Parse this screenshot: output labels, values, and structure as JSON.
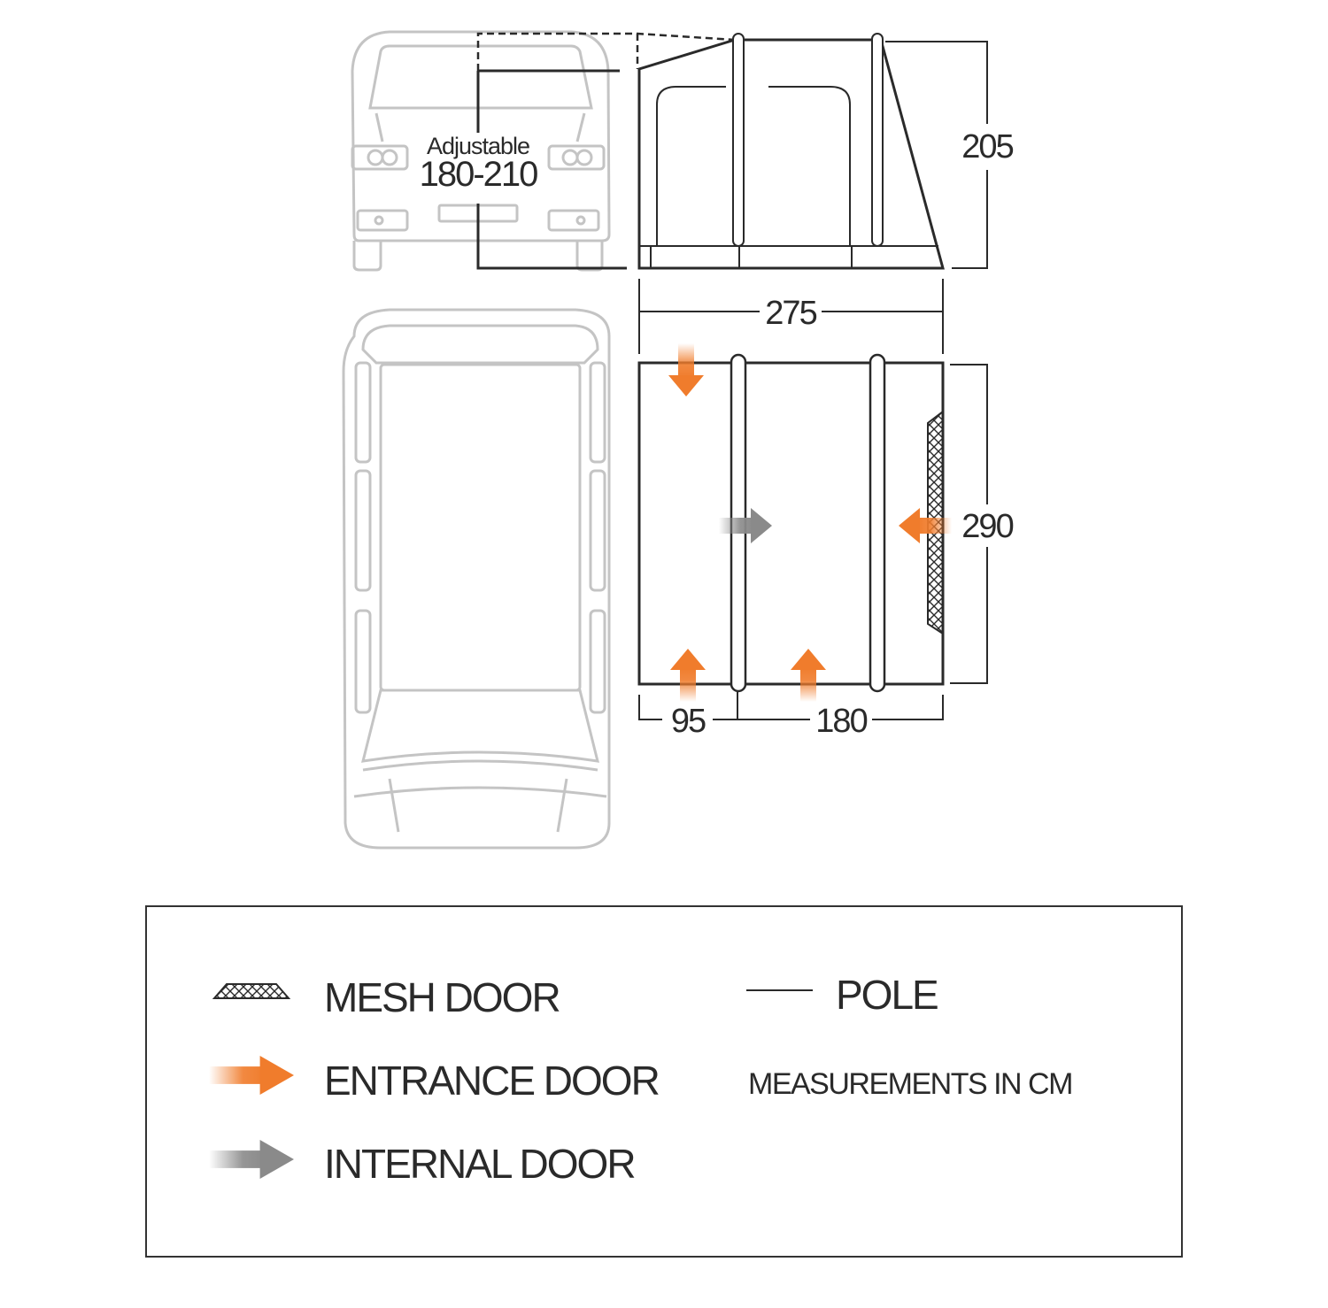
{
  "front_view": {
    "adjustable_label": "Adjustable",
    "adjustable_range": "180-210",
    "height": "205",
    "width": "275"
  },
  "plan_view": {
    "depth": "290",
    "section_left": "95",
    "section_right": "180"
  },
  "legend": {
    "mesh_door": "MESH DOOR",
    "entrance_door": "ENTRANCE DOOR",
    "internal_door": "INTERNAL DOOR",
    "pole": "POLE",
    "units_note": "MEASUREMENTS IN CM"
  },
  "colors": {
    "entrance": "#f07c2c",
    "internal": "#8a8a8a",
    "vehicle": "#c4c4c4",
    "lines": "#2a2a2a"
  }
}
